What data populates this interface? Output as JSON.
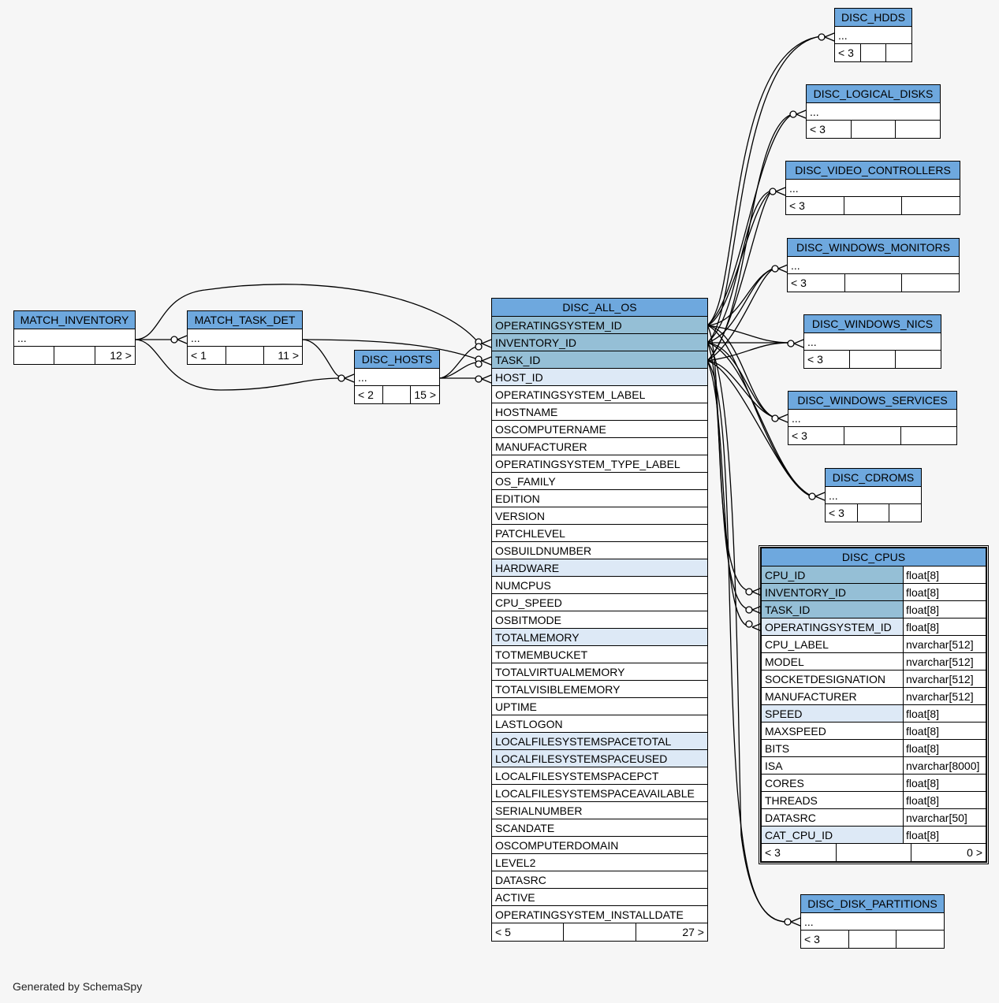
{
  "footer_text": "Generated by SchemaSpy",
  "colors": {
    "header": "#6ea8de",
    "primary_key": "#95bfd6",
    "indexed": "#dde9f6",
    "background": "#f6f6f6"
  },
  "tables": {
    "match_inventory": {
      "title": "MATCH_INVENTORY",
      "placeholder": "...",
      "foot": [
        "",
        "",
        "12 >"
      ]
    },
    "match_task_det": {
      "title": "MATCH_TASK_DET",
      "placeholder": "...",
      "foot": [
        "< 1",
        "",
        "11 >"
      ]
    },
    "disc_hosts": {
      "title": "DISC_HOSTS",
      "placeholder": "...",
      "foot": [
        "< 2",
        "",
        "15 >"
      ]
    },
    "disc_all_os": {
      "title": "DISC_ALL_OS",
      "columns": [
        {
          "name": "OPERATINGSYSTEM_ID",
          "kind": "pk"
        },
        {
          "name": "INVENTORY_ID",
          "kind": "pk"
        },
        {
          "name": "TASK_ID",
          "kind": "pk"
        },
        {
          "name": "HOST_ID",
          "kind": "idx"
        },
        {
          "name": "OPERATINGSYSTEM_LABEL",
          "kind": ""
        },
        {
          "name": "HOSTNAME",
          "kind": ""
        },
        {
          "name": "OSCOMPUTERNAME",
          "kind": ""
        },
        {
          "name": "MANUFACTURER",
          "kind": ""
        },
        {
          "name": "OPERATINGSYSTEM_TYPE_LABEL",
          "kind": ""
        },
        {
          "name": "OS_FAMILY",
          "kind": ""
        },
        {
          "name": "EDITION",
          "kind": ""
        },
        {
          "name": "VERSION",
          "kind": ""
        },
        {
          "name": "PATCHLEVEL",
          "kind": ""
        },
        {
          "name": "OSBUILDNUMBER",
          "kind": ""
        },
        {
          "name": "HARDWARE",
          "kind": "idx"
        },
        {
          "name": "NUMCPUS",
          "kind": ""
        },
        {
          "name": "CPU_SPEED",
          "kind": ""
        },
        {
          "name": "OSBITMODE",
          "kind": ""
        },
        {
          "name": "TOTALMEMORY",
          "kind": "idx"
        },
        {
          "name": "TOTMEMBUCKET",
          "kind": ""
        },
        {
          "name": "TOTALVIRTUALMEMORY",
          "kind": ""
        },
        {
          "name": "TOTALVISIBLEMEMORY",
          "kind": ""
        },
        {
          "name": "UPTIME",
          "kind": ""
        },
        {
          "name": "LASTLOGON",
          "kind": ""
        },
        {
          "name": "LOCALFILESYSTEMSPACETOTAL",
          "kind": "idx"
        },
        {
          "name": "LOCALFILESYSTEMSPACEUSED",
          "kind": "idx"
        },
        {
          "name": "LOCALFILESYSTEMSPACEPCT",
          "kind": ""
        },
        {
          "name": "LOCALFILESYSTEMSPACEAVAILABLE",
          "kind": ""
        },
        {
          "name": "SERIALNUMBER",
          "kind": ""
        },
        {
          "name": "SCANDATE",
          "kind": ""
        },
        {
          "name": "OSCOMPUTERDOMAIN",
          "kind": ""
        },
        {
          "name": "LEVEL2",
          "kind": ""
        },
        {
          "name": "DATASRC",
          "kind": ""
        },
        {
          "name": "ACTIVE",
          "kind": ""
        },
        {
          "name": "OPERATINGSYSTEM_INSTALLDATE",
          "kind": ""
        }
      ],
      "foot": [
        "< 5",
        "",
        "27 >"
      ]
    },
    "disc_hdds": {
      "title": "DISC_HDDS",
      "placeholder": "...",
      "foot": [
        "< 3",
        "",
        ""
      ]
    },
    "disc_logical_disks": {
      "title": "DISC_LOGICAL_DISKS",
      "placeholder": "...",
      "foot": [
        "< 3",
        "",
        ""
      ]
    },
    "disc_video_controllers": {
      "title": "DISC_VIDEO_CONTROLLERS",
      "placeholder": "...",
      "foot": [
        "< 3",
        "",
        ""
      ]
    },
    "disc_windows_monitors": {
      "title": "DISC_WINDOWS_MONITORS",
      "placeholder": "...",
      "foot": [
        "< 3",
        "",
        ""
      ]
    },
    "disc_windows_nics": {
      "title": "DISC_WINDOWS_NICS",
      "placeholder": "...",
      "foot": [
        "< 3",
        "",
        ""
      ]
    },
    "disc_windows_services": {
      "title": "DISC_WINDOWS_SERVICES",
      "placeholder": "...",
      "foot": [
        "< 3",
        "",
        ""
      ]
    },
    "disc_cdroms": {
      "title": "DISC_CDROMS",
      "placeholder": "...",
      "foot": [
        "< 3",
        "",
        ""
      ]
    },
    "disc_cpus": {
      "title": "DISC_CPUS",
      "columns": [
        {
          "name": "CPU_ID",
          "type": "float[8]",
          "kind": "pk"
        },
        {
          "name": "INVENTORY_ID",
          "type": "float[8]",
          "kind": "pk"
        },
        {
          "name": "TASK_ID",
          "type": "float[8]",
          "kind": "pk"
        },
        {
          "name": "OPERATINGSYSTEM_ID",
          "type": "float[8]",
          "kind": "idx"
        },
        {
          "name": "CPU_LABEL",
          "type": "nvarchar[512]",
          "kind": ""
        },
        {
          "name": "MODEL",
          "type": "nvarchar[512]",
          "kind": ""
        },
        {
          "name": "SOCKETDESIGNATION",
          "type": "nvarchar[512]",
          "kind": ""
        },
        {
          "name": "MANUFACTURER",
          "type": "nvarchar[512]",
          "kind": ""
        },
        {
          "name": "SPEED",
          "type": "float[8]",
          "kind": "idx"
        },
        {
          "name": "MAXSPEED",
          "type": "float[8]",
          "kind": ""
        },
        {
          "name": "BITS",
          "type": "float[8]",
          "kind": ""
        },
        {
          "name": "ISA",
          "type": "nvarchar[8000]",
          "kind": ""
        },
        {
          "name": "CORES",
          "type": "float[8]",
          "kind": ""
        },
        {
          "name": "THREADS",
          "type": "float[8]",
          "kind": ""
        },
        {
          "name": "DATASRC",
          "type": "nvarchar[50]",
          "kind": ""
        },
        {
          "name": "CAT_CPU_ID",
          "type": "float[8]",
          "kind": "idx"
        }
      ],
      "foot": [
        "< 3",
        "",
        "0 >"
      ]
    },
    "disc_disk_partitions": {
      "title": "DISC_DISK_PARTITIONS",
      "placeholder": "...",
      "foot": [
        "< 3",
        "",
        ""
      ]
    }
  }
}
